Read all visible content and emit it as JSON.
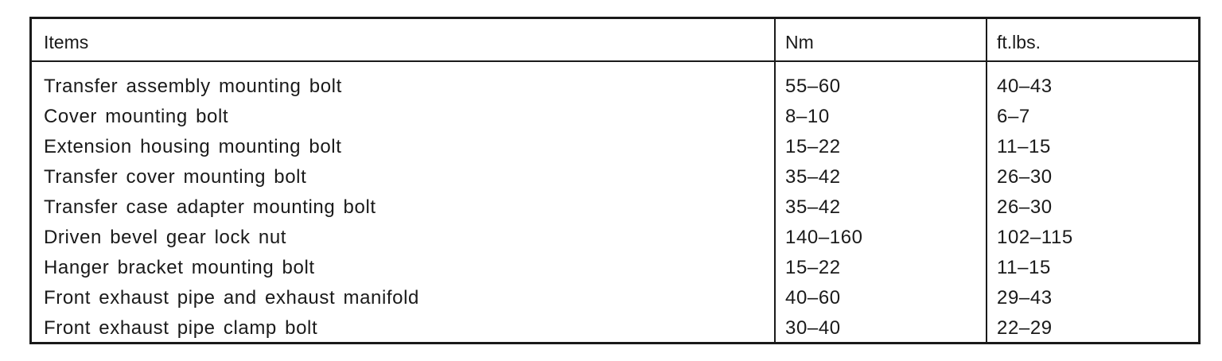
{
  "table": {
    "headers": [
      "Items",
      "Nm",
      "ft.lbs."
    ],
    "rows": [
      [
        "Transfer assembly mounting bolt",
        "55–60",
        "40–43"
      ],
      [
        "Cover mounting bolt",
        "8–10",
        "6–7"
      ],
      [
        "Extension housing mounting bolt",
        "15–22",
        "11–15"
      ],
      [
        "Transfer cover mounting bolt",
        "35–42",
        "26–30"
      ],
      [
        "Transfer case adapter mounting bolt",
        "35–42",
        "26–30"
      ],
      [
        "Driven bevel gear lock nut",
        "140–160",
        "102–115"
      ],
      [
        "Hanger bracket mounting bolt",
        "15–22",
        "11–15"
      ],
      [
        "Front exhaust pipe and exhaust manifold",
        "40–60",
        "29–43"
      ],
      [
        "Front exhaust pipe clamp bolt",
        "30–40",
        "22–29"
      ]
    ]
  }
}
